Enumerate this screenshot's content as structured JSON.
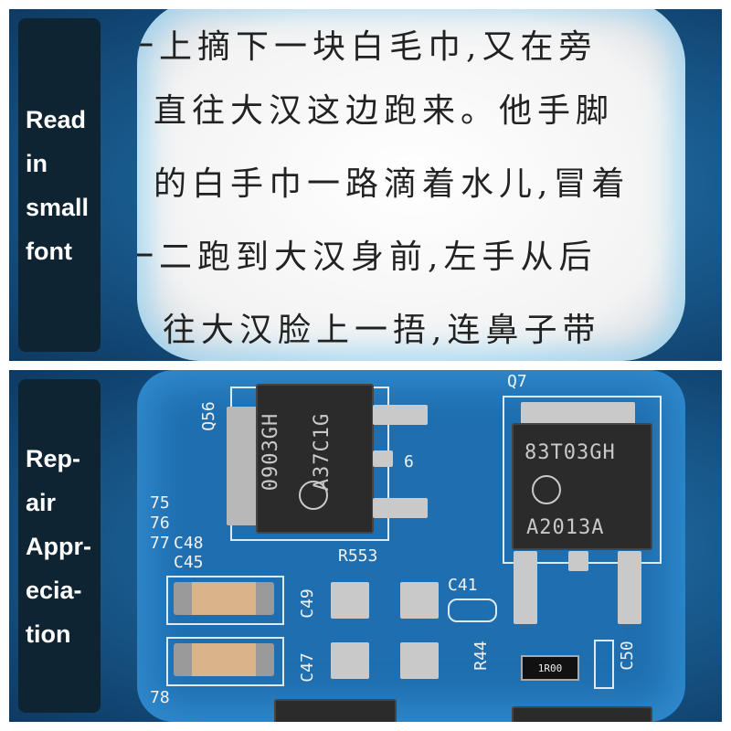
{
  "top_panel": {
    "label_lines": [
      "Read",
      "in",
      "small",
      "font"
    ],
    "text_lines": [
      "一上摘下一块白毛巾,又在旁",
      "直往大汉这边跑来。他手脚",
      "的白手巾一路滴着水儿,冒着",
      "一二跑到大汉身前,左手从后",
      "往大汉脸上一捂,连鼻子带"
    ]
  },
  "bottom_panel": {
    "label_lines": [
      "Rep-",
      "air",
      "Appr-",
      "ecia-",
      "tion"
    ],
    "chip_left": {
      "line1": "0903GH",
      "line2": "A37C1G"
    },
    "chip_right": {
      "line1": "83T03GH",
      "line2": "A2013A"
    },
    "silkscreen": {
      "q56": "Q56",
      "q7": "Q7",
      "r553": "R553",
      "c41": "C41",
      "c48": "C48",
      "c45": "C45",
      "c49": "C49",
      "c47": "C47",
      "r44": "R44",
      "c50": "C50",
      "n75": "75",
      "n76": "76",
      "n77": "77",
      "n78": "78",
      "n6": "6",
      "resistor_code": "1R00"
    }
  }
}
